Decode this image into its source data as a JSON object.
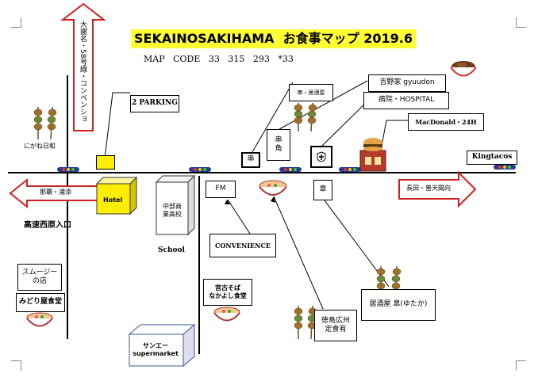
{
  "title": "SEKAINOSAKIHAMA  お食事マップ 2019.6",
  "map_code": "MAP   CODE   33   315   293   *33",
  "arrows": {
    "north": "大謝名・58号線・コンベンション",
    "west": "那覇・浦添",
    "east": "長田・普天間向"
  },
  "labels": {
    "parking": "2  PARKING",
    "yoshinoya": "吉野家  gyuudon",
    "kushikaku_izakaya": "串・居酒屋",
    "hospital": "病院・HOSPITAL",
    "macdonald": "MacDonald・24H",
    "kingtacos": "Kingtacos",
    "kushi_box": "串",
    "kushi_kaku": "串\n角",
    "hotel": "Hotel",
    "school_sign": "中部商業高校",
    "school": "School",
    "fm": "FM",
    "kou_box": "皐",
    "highway": "高速西原入口",
    "convenience": "CONVENIENCE",
    "smoothie": "スムージー\nの店",
    "midoriya": "みどり屋食堂",
    "miyako_soba": "宮古そば\nなかよし食堂",
    "sanei": "サンエー\nsupermarket",
    "tokushima": "徳島広州\n定食有",
    "izakaya_kou": "居酒屋  皐(ゆたか)",
    "nigawa": "にがね日和"
  },
  "colors": {
    "title_bg": "#ffff33",
    "arrow_red": "#cc2222",
    "hotel_yellow": "#ffee00",
    "signal_bg": "#243b9a"
  }
}
